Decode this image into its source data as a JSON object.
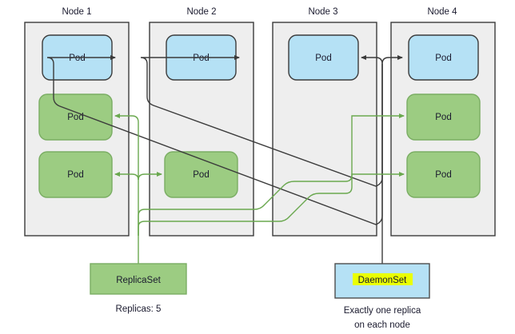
{
  "diagram": {
    "title_visible": false,
    "colors": {
      "node_fill": "#eeeeee",
      "node_stroke": "#3b3b3b",
      "pod_blue_fill": "#b5e1f5",
      "pod_green_fill": "#9ccc82",
      "green_link": "#6aa84f",
      "dark_link": "#3b3b3b",
      "highlight": "#eaff00"
    }
  },
  "nodes": [
    {
      "title": "Node 1",
      "pods": [
        {
          "label": "Pod",
          "kind": "daemonset"
        },
        {
          "label": "Pod",
          "kind": "replicaset"
        },
        {
          "label": "Pod",
          "kind": "replicaset"
        }
      ]
    },
    {
      "title": "Node 2",
      "pods": [
        {
          "label": "Pod",
          "kind": "daemonset"
        },
        {
          "label": "Pod",
          "kind": "replicaset"
        }
      ]
    },
    {
      "title": "Node 3",
      "pods": [
        {
          "label": "Pod",
          "kind": "daemonset"
        }
      ]
    },
    {
      "title": "Node 4",
      "pods": [
        {
          "label": "Pod",
          "kind": "daemonset"
        },
        {
          "label": "Pod",
          "kind": "replicaset"
        },
        {
          "label": "Pod",
          "kind": "replicaset"
        }
      ]
    }
  ],
  "controllers": [
    {
      "name": "replicaset",
      "label": "ReplicaSet",
      "caption": [
        "Replicas: 5"
      ],
      "highlighted": false
    },
    {
      "name": "daemonset",
      "label": "DaemonSet",
      "caption": [
        "Exactly one replica",
        "on each node"
      ],
      "highlighted": true
    }
  ]
}
